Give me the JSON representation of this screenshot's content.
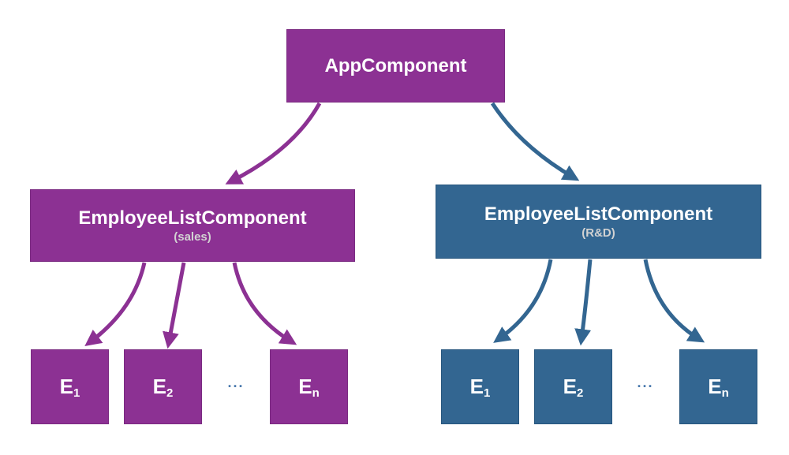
{
  "colors": {
    "purple": "#8c3193",
    "purple_border": "#7a2a81",
    "blue": "#336691",
    "blue_border": "#27567e",
    "muted_label": "#d2d2d2",
    "ellipsis_blue": "#4a79ad"
  },
  "root": {
    "label": "AppComponent"
  },
  "branches": {
    "sales": {
      "label": "EmployeeListComponent",
      "sublabel": "(sales)"
    },
    "rd": {
      "label": "EmployeeListComponent",
      "sublabel": "(R&D)"
    }
  },
  "children": {
    "sales": [
      {
        "base": "E",
        "sub": "1"
      },
      {
        "base": "E",
        "sub": "2"
      },
      {
        "base": "E",
        "sub": "n"
      }
    ],
    "rd": [
      {
        "base": "E",
        "sub": "1"
      },
      {
        "base": "E",
        "sub": "2"
      },
      {
        "base": "E",
        "sub": "n"
      }
    ]
  },
  "ellipsis": "..."
}
